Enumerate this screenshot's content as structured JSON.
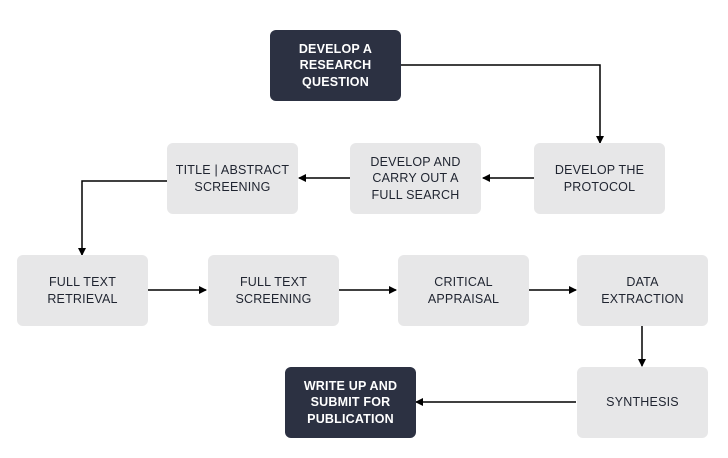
{
  "diagram": {
    "nodes": [
      {
        "id": "develop-question",
        "label": "DEVELOP A\nRESEARCH\nQUESTION",
        "style": "dark"
      },
      {
        "id": "develop-protocol",
        "label": "DEVELOP THE\nPROTOCOL",
        "style": "light"
      },
      {
        "id": "full-search",
        "label": "DEVELOP AND\nCARRY OUT A\nFULL SEARCH",
        "style": "light"
      },
      {
        "id": "title-abstract-screening",
        "label": "TITLE | ABSTRACT\nSCREENING",
        "style": "light"
      },
      {
        "id": "full-text-retrieval",
        "label": "FULL TEXT\nRETRIEVAL",
        "style": "light"
      },
      {
        "id": "full-text-screening",
        "label": "FULL TEXT\nSCREENING",
        "style": "light"
      },
      {
        "id": "critical-appraisal",
        "label": "CRITICAL\nAPPRAISAL",
        "style": "light"
      },
      {
        "id": "data-extraction",
        "label": "DATA\nEXTRACTION",
        "style": "light"
      },
      {
        "id": "synthesis",
        "label": "SYNTHESIS",
        "style": "light"
      },
      {
        "id": "write-up",
        "label": "WRITE UP AND\nSUBMIT FOR\nPUBLICATION",
        "style": "dark"
      }
    ],
    "edges": [
      {
        "from": "develop-question",
        "to": "develop-protocol"
      },
      {
        "from": "develop-protocol",
        "to": "full-search"
      },
      {
        "from": "full-search",
        "to": "title-abstract-screening"
      },
      {
        "from": "title-abstract-screening",
        "to": "full-text-retrieval"
      },
      {
        "from": "full-text-retrieval",
        "to": "full-text-screening"
      },
      {
        "from": "full-text-screening",
        "to": "critical-appraisal"
      },
      {
        "from": "critical-appraisal",
        "to": "data-extraction"
      },
      {
        "from": "data-extraction",
        "to": "synthesis"
      },
      {
        "from": "synthesis",
        "to": "write-up"
      }
    ],
    "colors": {
      "dark_box": "#2c3142",
      "light_box": "#e7e7e8",
      "arrow": "#000000"
    }
  }
}
